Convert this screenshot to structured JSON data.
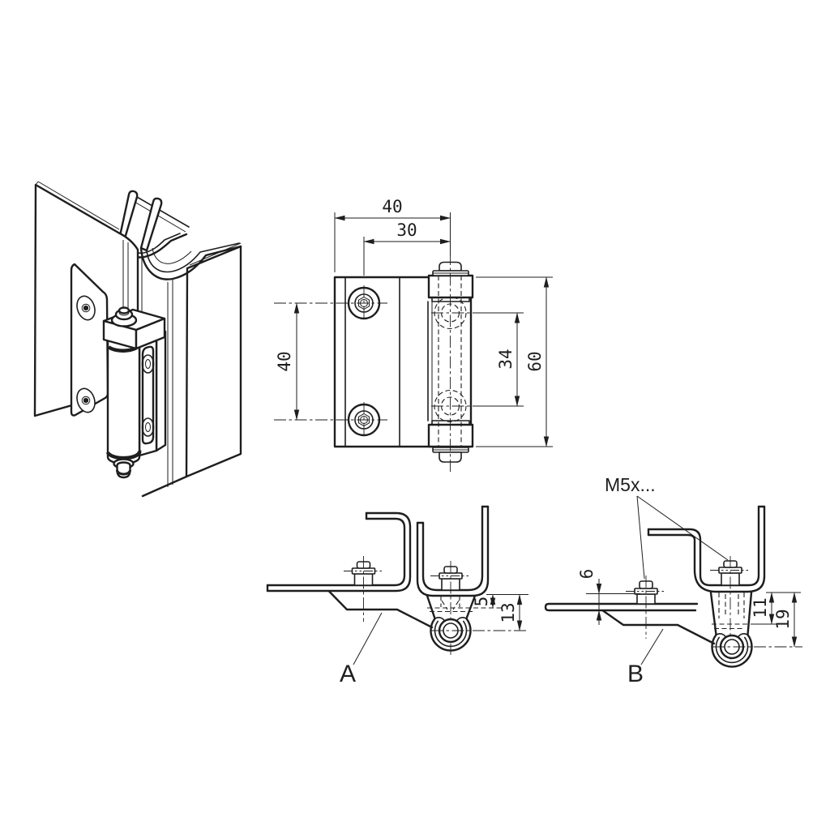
{
  "front_view": {
    "dim_width": "40",
    "dim_pin_offset": "30",
    "dim_screw_spacing": "40",
    "dim_hole_spacing": "34",
    "dim_height": "60"
  },
  "detail_a": {
    "label": "A",
    "dim_gap": "5",
    "dim_pin_axis": "13"
  },
  "detail_b": {
    "label": "B",
    "dim_stud": "6",
    "dim_thread": "11",
    "dim_pin_axis": "19",
    "thread_callout": "M5x..."
  },
  "colors": {
    "line": "#1e1e1e",
    "background": "#ffffff"
  }
}
